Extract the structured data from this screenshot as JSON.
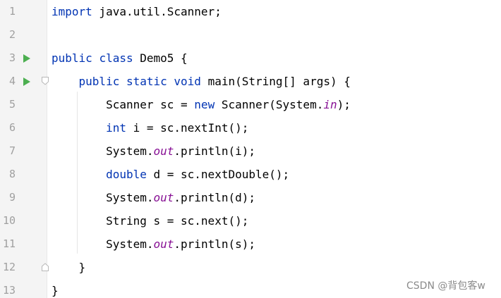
{
  "colors": {
    "keyword": "#0033b3",
    "static_field": "#871094",
    "line_number": "#a0a0a0",
    "run_icon": "#4caf50"
  },
  "lines": [
    {
      "number": "1",
      "tokens": [
        {
          "t": "import",
          "k": "kw"
        },
        {
          "t": " java.util.Scanner;",
          "k": ""
        }
      ]
    },
    {
      "number": "2",
      "tokens": []
    },
    {
      "number": "3",
      "run": true,
      "tokens": [
        {
          "t": "public",
          "k": "kw"
        },
        {
          "t": " ",
          "k": ""
        },
        {
          "t": "class",
          "k": "kw"
        },
        {
          "t": " Demo5 {",
          "k": ""
        }
      ]
    },
    {
      "number": "4",
      "run": true,
      "fold": "open",
      "tokens": [
        {
          "t": "    ",
          "k": ""
        },
        {
          "t": "public",
          "k": "kw"
        },
        {
          "t": " ",
          "k": ""
        },
        {
          "t": "static",
          "k": "kw"
        },
        {
          "t": " ",
          "k": ""
        },
        {
          "t": "void",
          "k": "kw"
        },
        {
          "t": " main(String[] args) {",
          "k": ""
        }
      ]
    },
    {
      "number": "5",
      "tokens": [
        {
          "t": "        Scanner sc = ",
          "k": ""
        },
        {
          "t": "new",
          "k": "kw"
        },
        {
          "t": " Scanner(System.",
          "k": ""
        },
        {
          "t": "in",
          "k": "fld"
        },
        {
          "t": ");",
          "k": ""
        }
      ]
    },
    {
      "number": "6",
      "tokens": [
        {
          "t": "        ",
          "k": ""
        },
        {
          "t": "int",
          "k": "kw"
        },
        {
          "t": " i = sc.nextInt();",
          "k": ""
        }
      ]
    },
    {
      "number": "7",
      "tokens": [
        {
          "t": "        System.",
          "k": ""
        },
        {
          "t": "out",
          "k": "fld"
        },
        {
          "t": ".println(i);",
          "k": ""
        }
      ]
    },
    {
      "number": "8",
      "tokens": [
        {
          "t": "        ",
          "k": ""
        },
        {
          "t": "double",
          "k": "kw"
        },
        {
          "t": " d = sc.nextDouble();",
          "k": ""
        }
      ]
    },
    {
      "number": "9",
      "tokens": [
        {
          "t": "        System.",
          "k": ""
        },
        {
          "t": "out",
          "k": "fld"
        },
        {
          "t": ".println(d);",
          "k": ""
        }
      ]
    },
    {
      "number": "10",
      "tokens": [
        {
          "t": "        String s = sc.next();",
          "k": ""
        }
      ]
    },
    {
      "number": "11",
      "tokens": [
        {
          "t": "        System.",
          "k": ""
        },
        {
          "t": "out",
          "k": "fld"
        },
        {
          "t": ".println(s);",
          "k": ""
        }
      ]
    },
    {
      "number": "12",
      "fold": "close",
      "tokens": [
        {
          "t": "    }",
          "k": ""
        }
      ]
    },
    {
      "number": "13",
      "tokens": [
        {
          "t": "}",
          "k": ""
        }
      ]
    }
  ],
  "watermark": "CSDN @背包客w"
}
